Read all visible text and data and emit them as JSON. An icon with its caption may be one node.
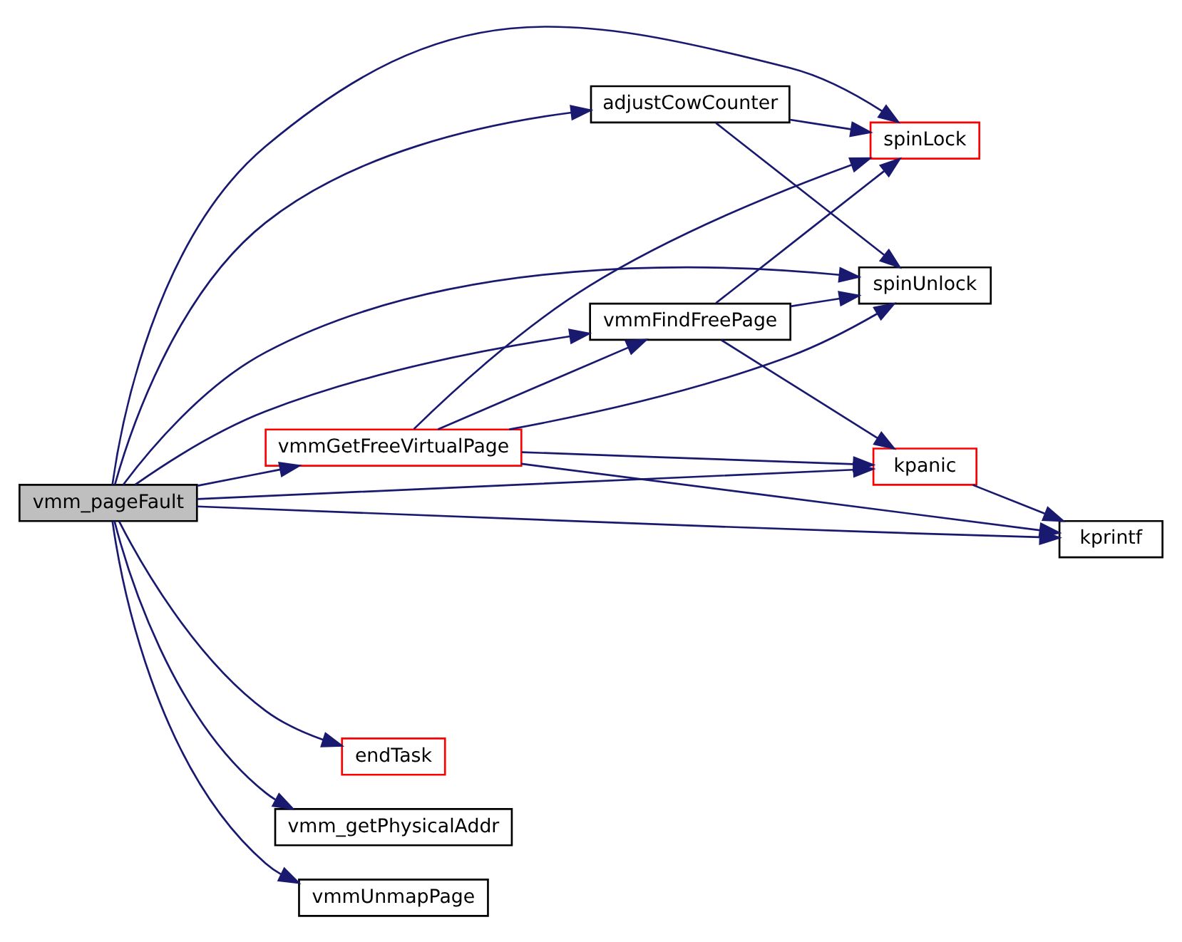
{
  "diagram": {
    "nodes": [
      {
        "text": [
          "vmm_pageFault"
        ]
      },
      {
        "text": [
          "adjustCowCounter"
        ]
      },
      {
        "text": [
          "spinLock"
        ]
      },
      {
        "text": [
          "spinUnlock"
        ]
      },
      {
        "text": [
          "vmmFindFreePage"
        ]
      },
      {
        "text": [
          "vmmGetFreeVirtualPage"
        ]
      },
      {
        "text": [
          "kpanic"
        ]
      },
      {
        "text": [
          "kprintf"
        ]
      },
      {
        "text": [
          "endTask"
        ]
      },
      {
        "text": [
          "vmm_getPhysicalAddr"
        ]
      },
      {
        "text": [
          "vmmUnmapPage"
        ]
      }
    ],
    "edges": [
      {
        "from": 0,
        "to": 2,
        "arrow": "to"
      },
      {
        "from": 0,
        "to": 1,
        "arrow": "to"
      },
      {
        "from": 0,
        "to": 3,
        "arrow": "to"
      },
      {
        "from": 0,
        "to": 4,
        "arrow": "to"
      },
      {
        "from": 0,
        "to": 5,
        "arrow": "to"
      },
      {
        "from": 0,
        "to": 6,
        "arrow": "to"
      },
      {
        "from": 0,
        "to": 7,
        "arrow": "to"
      },
      {
        "from": 0,
        "to": 8,
        "arrow": "to"
      },
      {
        "from": 0,
        "to": 9,
        "arrow": "to"
      },
      {
        "from": 0,
        "to": 10,
        "arrow": "to"
      },
      {
        "from": 1,
        "to": 2,
        "arrow": "to"
      },
      {
        "from": 1,
        "to": 3,
        "arrow": "to"
      },
      {
        "from": 4,
        "to": 2,
        "arrow": "to"
      },
      {
        "from": 4,
        "to": 3,
        "arrow": "to"
      },
      {
        "from": 4,
        "to": 6,
        "arrow": "to"
      },
      {
        "from": 5,
        "to": 2,
        "arrow": "to"
      },
      {
        "from": 5,
        "to": 4,
        "arrow": "to"
      },
      {
        "from": 5,
        "to": 3,
        "arrow": "to"
      },
      {
        "from": 5,
        "to": 6,
        "arrow": "to"
      },
      {
        "from": 5,
        "to": 7,
        "arrow": "to"
      },
      {
        "from": 6,
        "to": 7,
        "arrow": "to"
      }
    ]
  }
}
